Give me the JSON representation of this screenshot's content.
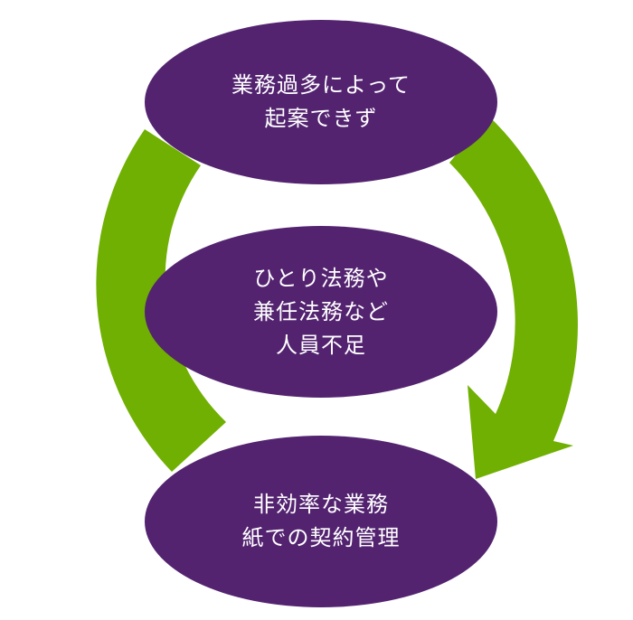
{
  "colors": {
    "node_fill": "#532370",
    "arrow_fill": "#70B002",
    "background": "#FFFFFF",
    "text": "#FFFFFF"
  },
  "nodes": {
    "top": {
      "text": "業務過多によって\n起案できず"
    },
    "center": {
      "text": "ひとり法務や\n兼任法務など\n人員不足"
    },
    "bottom": {
      "text": "非効率な業務\n紙での契約管理"
    }
  },
  "arrows": [
    {
      "from": "top",
      "to": "bottom",
      "direction": "clockwise-right",
      "style": "block-arrow-with-head"
    },
    {
      "from": "bottom",
      "to": "top",
      "direction": "left-arc",
      "style": "band-no-head"
    }
  ]
}
